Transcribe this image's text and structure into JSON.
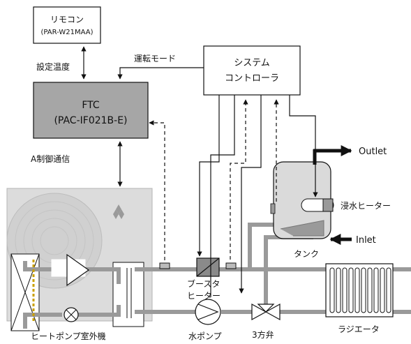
{
  "remote": {
    "line1": "リモコン",
    "line2": "(PAR-W21MAA)"
  },
  "setting_temp": "設定温度",
  "operation_mode": "運転モード",
  "system_controller": {
    "line1": "システム",
    "line2": "コントローラ"
  },
  "ftc": {
    "line1": "FTC",
    "line2": "(PAC-IF021B-E)"
  },
  "a_control": "A制御通信",
  "outlet": "Outlet",
  "immersion_heater": "浸水ヒーター",
  "inlet": "Inlet",
  "tank": "タンク",
  "booster_heater": {
    "line1": "ブースタ",
    "line2": "ヒーター"
  },
  "water_pump": "水ポンプ",
  "three_way_valve": "3方弁",
  "radiator": "ラジエータ",
  "heat_pump": "ヒートポンプ室外機"
}
